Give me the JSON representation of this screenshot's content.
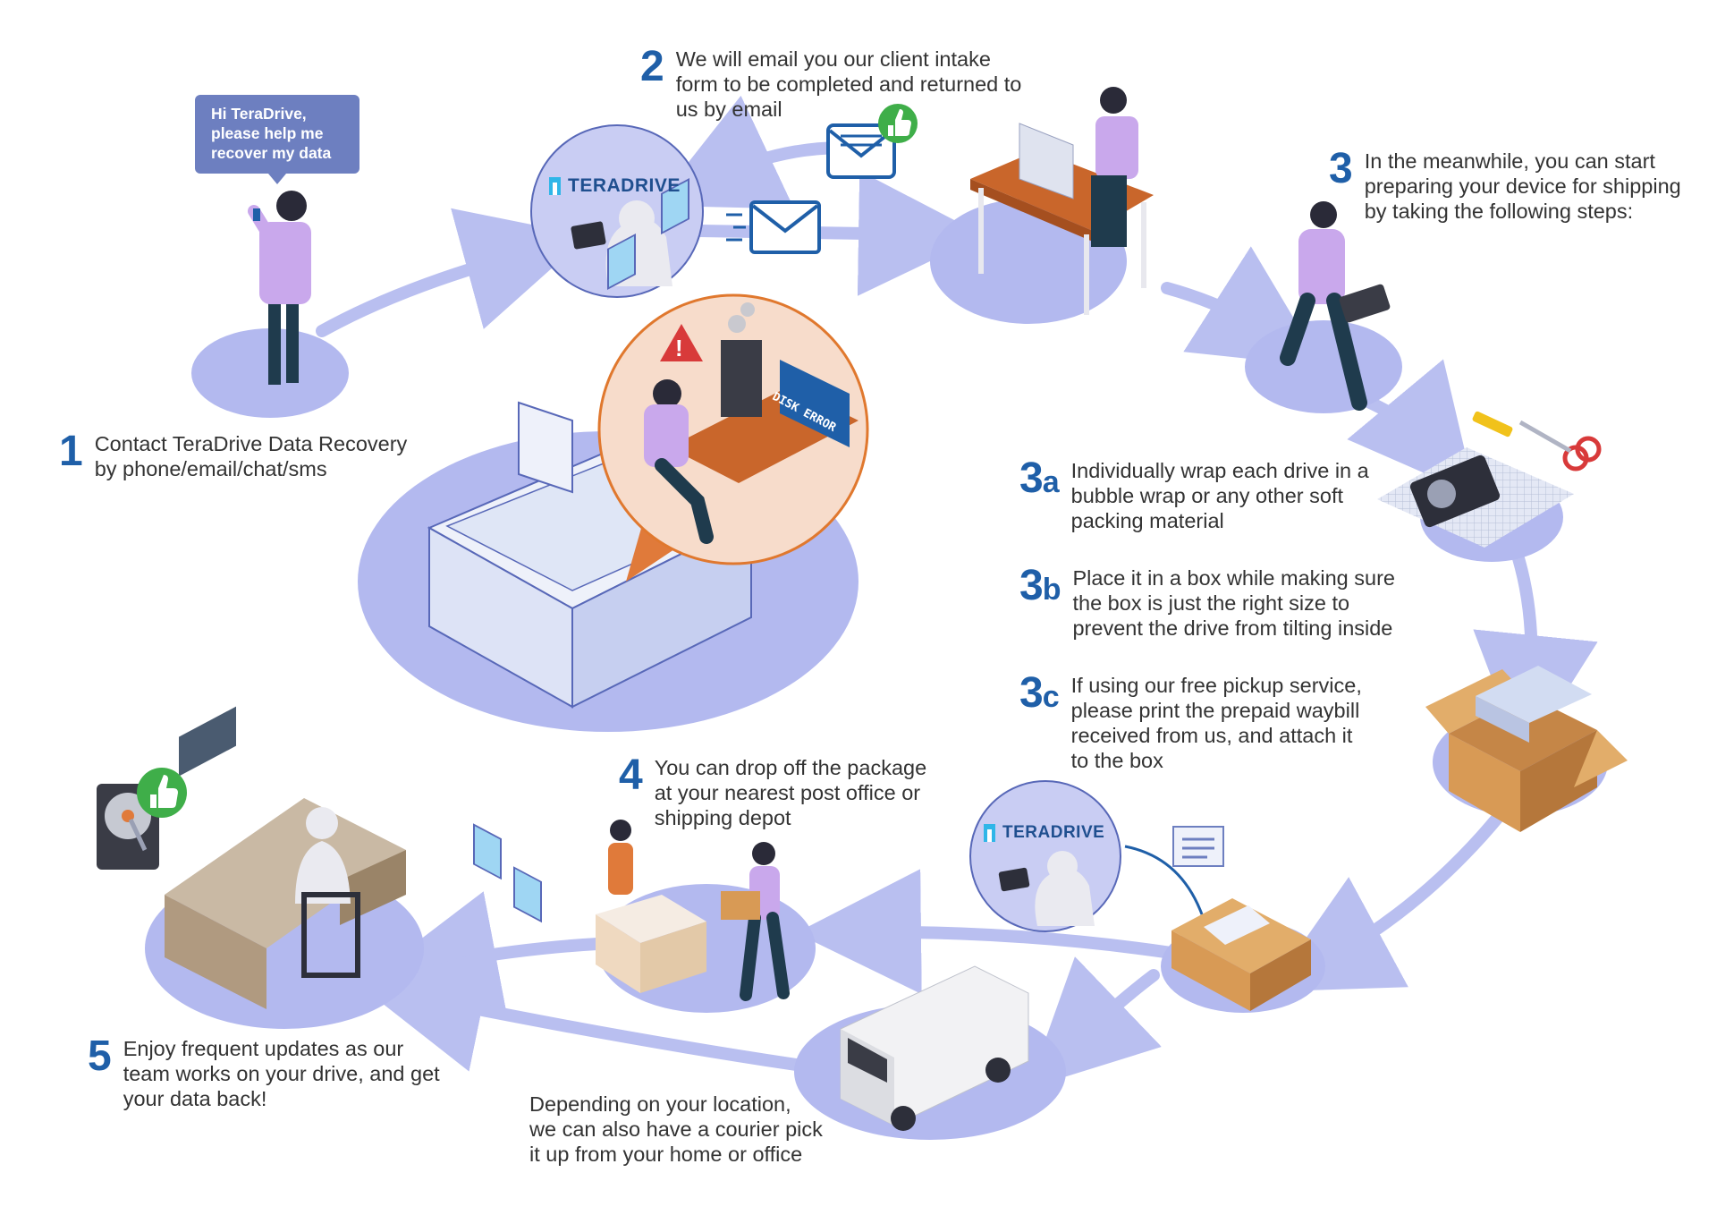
{
  "colors": {
    "blob": "#b3b9ef",
    "arrow": "#b9bff0",
    "accent_blue": "#1f5fa8",
    "bubble": "#6d7fc0",
    "alert": "#d83a3a",
    "thumb": "#3fae49"
  },
  "bubble": {
    "lines": [
      "Hi TeraDrive,",
      "please help me",
      "recover my data"
    ]
  },
  "logos": {
    "top": "TERADRIVE",
    "bottom": "TERADRIVE"
  },
  "screen": {
    "text": "DISK ERROR"
  },
  "steps": [
    {
      "num": "1",
      "sub": "",
      "lines": [
        "Contact TeraDrive Data Recovery",
        "by phone/email/chat/sms"
      ]
    },
    {
      "num": "2",
      "sub": "",
      "lines": [
        "We will email you our client intake",
        "form to be completed and returned to",
        "us by email"
      ]
    },
    {
      "num": "3",
      "sub": "",
      "lines": [
        "In the meanwhile, you can start",
        "preparing your device for shipping",
        "by taking the following steps:"
      ]
    },
    {
      "num": "3",
      "sub": "a",
      "lines": [
        "Individually wrap each drive in a",
        "bubble wrap or any other soft",
        "packing material"
      ]
    },
    {
      "num": "3",
      "sub": "b",
      "lines": [
        "Place it in a box while making sure",
        "the box is just the right size to",
        "prevent the drive from tilting inside"
      ]
    },
    {
      "num": "3",
      "sub": "c",
      "lines": [
        "If using our free pickup service,",
        "please print the prepaid waybill",
        "received from us, and attach it",
        "to the box"
      ]
    },
    {
      "num": "4",
      "sub": "",
      "lines": [
        "You can drop off the package",
        "at your nearest post office or",
        "shipping depot"
      ]
    },
    {
      "num": "5",
      "sub": "",
      "lines": [
        "Enjoy frequent updates as our",
        "team works on your drive, and get",
        "your data back!"
      ]
    }
  ],
  "courier_note": {
    "lines": [
      "Depending on your location,",
      "we can also have a courier pick",
      "it up from your home or office"
    ]
  },
  "icons": [
    "person-phone-icon",
    "envelope-icon",
    "thumbs-up-icon",
    "desk-computer-icon",
    "person-carrying-drive-icon",
    "hard-drive-icon",
    "bubble-wrap-icon",
    "box-icon",
    "waybill-icon",
    "van-icon",
    "post-office-icon",
    "lab-technician-icon",
    "warning-icon",
    "house-icon"
  ]
}
